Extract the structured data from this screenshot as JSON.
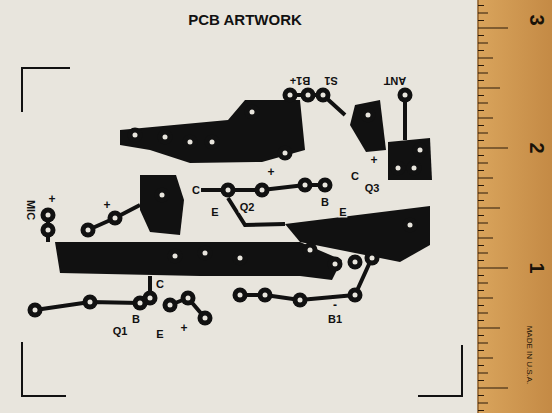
{
  "diagram": {
    "title": "PCB ARTWORK",
    "labels": [
      "B1+",
      "S1",
      "ANT",
      "MIC",
      "+",
      "+",
      "C",
      "E",
      "Q2",
      "+",
      "C",
      "B",
      "Q3",
      "E",
      "+",
      "C",
      "B",
      "Q1",
      "E",
      "+",
      "-",
      "B1",
      "3",
      "2",
      "1",
      "MADE IN U.S.A."
    ]
  }
}
